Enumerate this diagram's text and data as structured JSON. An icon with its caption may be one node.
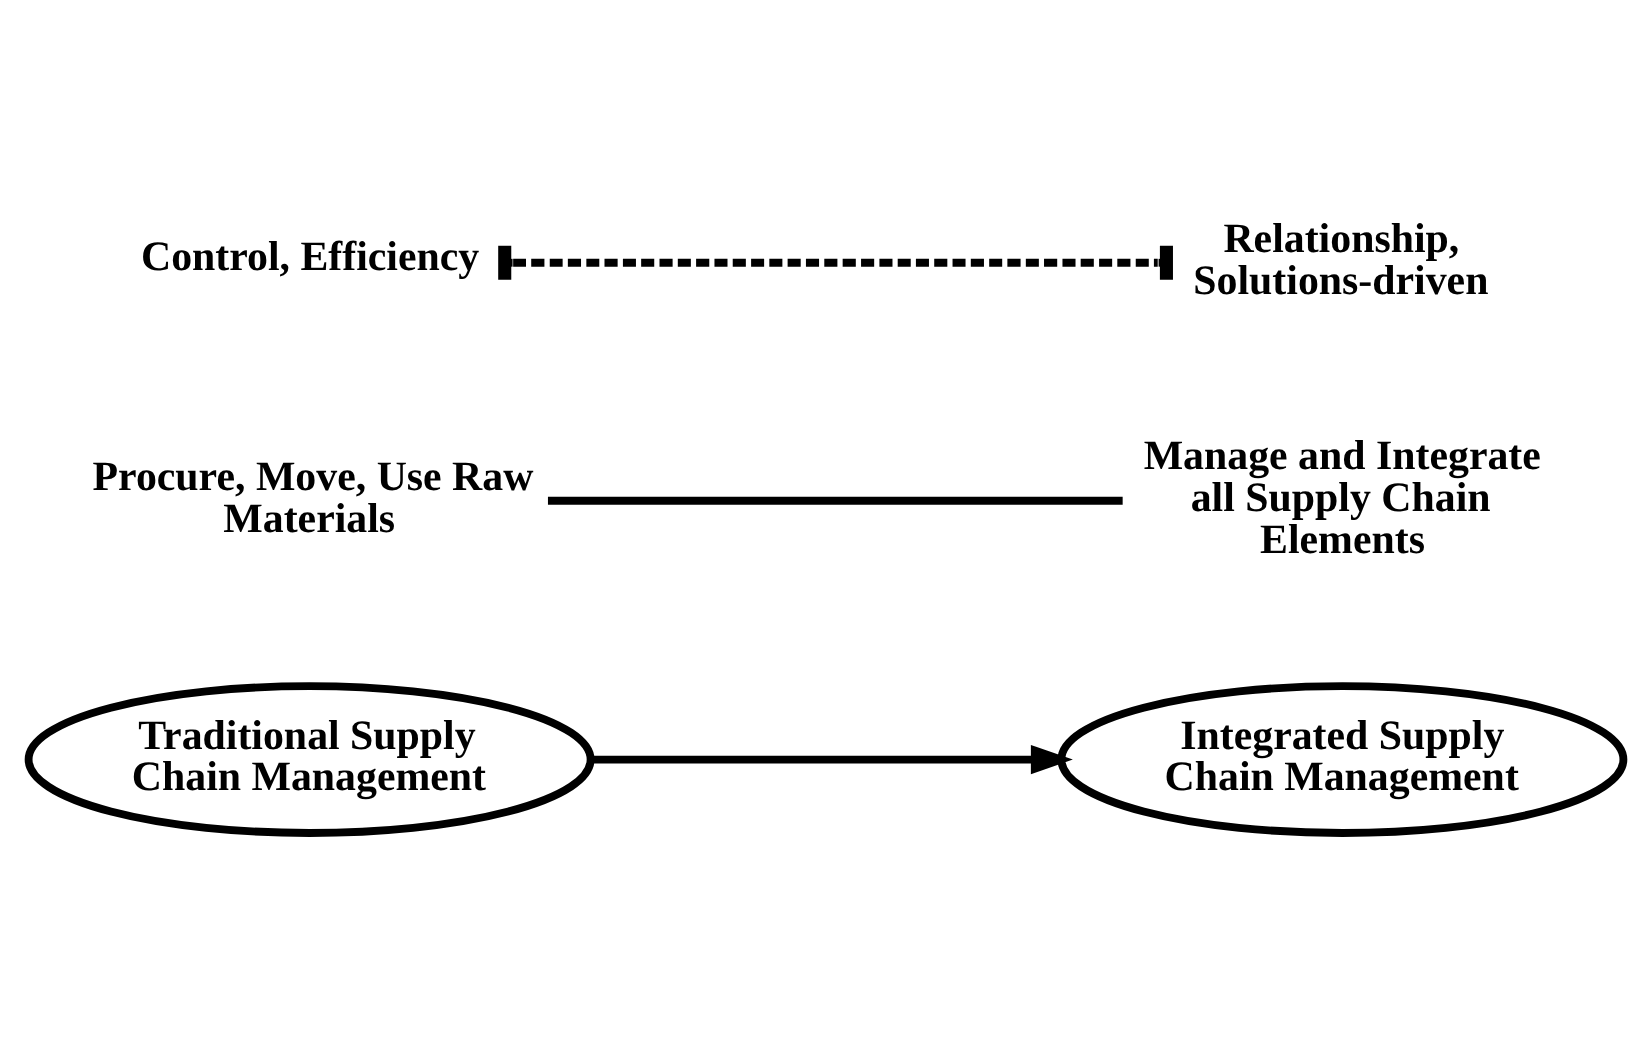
{
  "diagram": {
    "nodes": [
      {
        "text": [
          "Integrated Supply Chain Management"
        ]
      },
      {
        "text": [
          "Procure, Move, Use Raw Materials"
        ]
      },
      {
        "text": [
          "Manage and Integrate all Supply Chain Elements"
        ]
      },
      {
        "text": [
          "Traditional Supply Chain Management"
        ]
      },
      {
        "text": [
          "Control, Efficiency"
        ]
      },
      {
        "text": [
          "Relationship, Solutions-driven"
        ]
      }
    ],
    "edges": [
      {
        "from": 3,
        "to": 0,
        "arrow": "to"
      },
      {
        "from": 1,
        "to": 2,
        "arrow": "none"
      },
      {
        "from": 4,
        "to": 5,
        "arrow": "other",
        "style": "dashed"
      }
    ]
  }
}
